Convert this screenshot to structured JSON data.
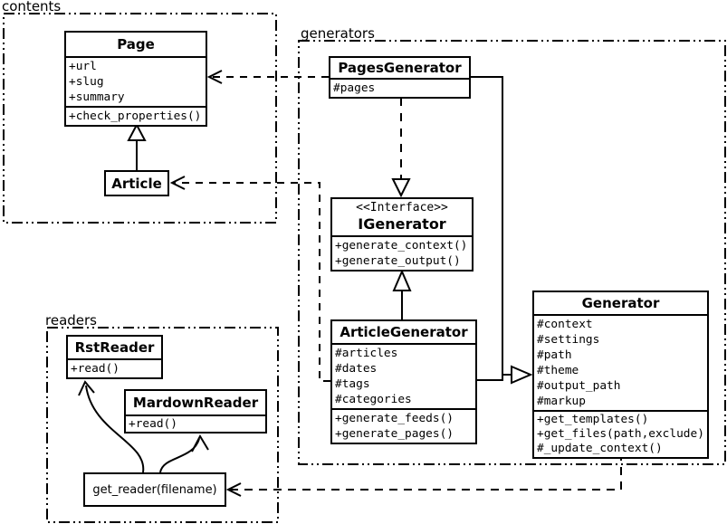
{
  "packages": {
    "contents": {
      "label": "contents"
    },
    "generators": {
      "label": "generators"
    },
    "readers": {
      "label": "readers"
    }
  },
  "classes": {
    "page": {
      "name": "Page",
      "attrs": [
        "+url",
        "+slug",
        "+summary"
      ],
      "methods": [
        "+check_properties()"
      ]
    },
    "article": {
      "name": "Article"
    },
    "pagesGenerator": {
      "name": "PagesGenerator",
      "attrs": [
        "#pages"
      ]
    },
    "iGenerator": {
      "stereotype": "<<Interface>>",
      "name": "IGenerator",
      "methods": [
        "+generate_context()",
        "+generate_output()"
      ]
    },
    "articleGenerator": {
      "name": "ArticleGenerator",
      "attrs": [
        "#articles",
        "#dates",
        "#tags",
        "#categories"
      ],
      "methods": [
        "+generate_feeds()",
        "+generate_pages()"
      ]
    },
    "generator": {
      "name": "Generator",
      "attrs": [
        "#context",
        "#settings",
        "#path",
        "#theme",
        "#output_path",
        "#markup"
      ],
      "methods": [
        "+get_templates()",
        "+get_files(path,exclude)",
        "#_update_context()"
      ]
    },
    "rstReader": {
      "name": "RstReader",
      "methods": [
        "+read()"
      ]
    },
    "mardownReader": {
      "name": "MardownReader",
      "methods": [
        "+read()"
      ]
    },
    "getReader": {
      "label": "get_reader(filename)"
    }
  },
  "relationships": [
    {
      "from": "Article",
      "to": "Page",
      "type": "generalization"
    },
    {
      "from": "PagesGenerator",
      "to": "Page",
      "type": "dependency"
    },
    {
      "from": "ArticleGenerator",
      "to": "Article",
      "type": "dependency"
    },
    {
      "from": "PagesGenerator",
      "to": "IGenerator",
      "type": "realization"
    },
    {
      "from": "ArticleGenerator",
      "to": "IGenerator",
      "type": "generalization"
    },
    {
      "from": "PagesGenerator",
      "to": "Generator",
      "type": "generalization"
    },
    {
      "from": "ArticleGenerator",
      "to": "Generator",
      "type": "generalization"
    },
    {
      "from": "Generator",
      "to": "get_reader(filename)",
      "type": "dependency"
    },
    {
      "from": "get_reader(filename)",
      "to": "RstReader",
      "type": "arrow"
    },
    {
      "from": "get_reader(filename)",
      "to": "MardownReader",
      "type": "arrow"
    }
  ],
  "colors": {
    "line": "#000000",
    "background": "#ffffff",
    "box_fill": "#ffffff"
  }
}
